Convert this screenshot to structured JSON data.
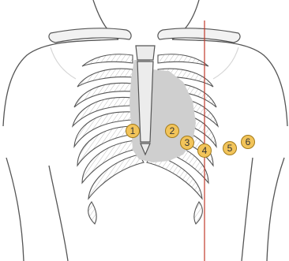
{
  "colors": {
    "background": "#ffffff",
    "outline": "#555555",
    "rib_hatch": "#bdbdbd",
    "clavicle_fill": "#f2f2f2",
    "heart_fill": "#cfcfcf",
    "reference_line": "#c0392b",
    "marker_fill": "#f2c45a",
    "marker_stroke": "#a37b1b",
    "marker_text": "#333333"
  },
  "electrodes": [
    {
      "label": "1"
    },
    {
      "label": "2"
    },
    {
      "label": "3"
    },
    {
      "label": "4"
    },
    {
      "label": "5"
    },
    {
      "label": "6"
    }
  ]
}
